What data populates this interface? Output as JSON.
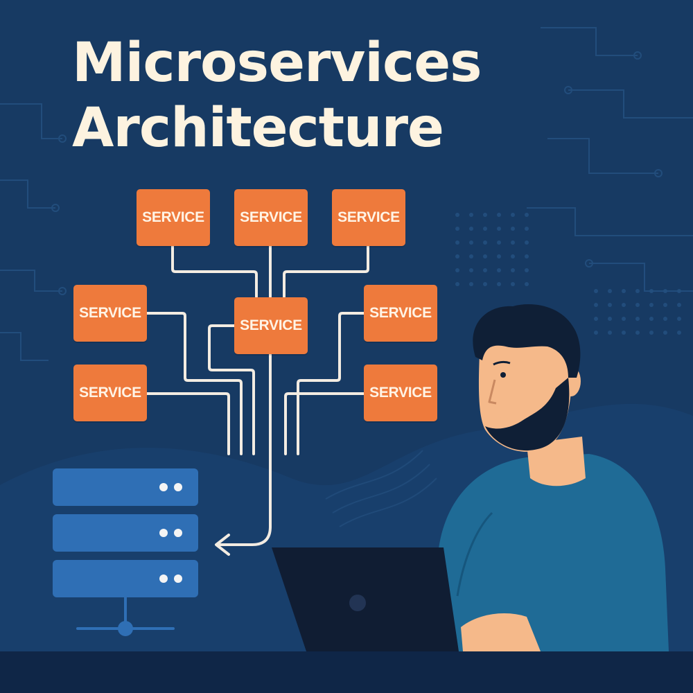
{
  "title": {
    "line1": "Microservices",
    "line2": "Architecture"
  },
  "services": [
    {
      "label": "SERVICE"
    },
    {
      "label": "SERVICE"
    },
    {
      "label": "SERVICE"
    },
    {
      "label": "SERVICE"
    },
    {
      "label": "SERVICE"
    },
    {
      "label": "SERVICE"
    },
    {
      "label": "SERVICE"
    },
    {
      "label": "SERVICE"
    }
  ],
  "icons": [
    "server-stack-icon",
    "arrow-icon",
    "laptop-icon",
    "developer-illustration"
  ],
  "colors": {
    "background": "#173a63",
    "title": "#fdf3e0",
    "service_box": "#ee7a3c",
    "service_text": "#fff4e6",
    "connector": "#f3ece2",
    "server": "#2f6fb5",
    "sweater": "#1f6b96",
    "skin": "#f5b98a",
    "hair": "#0f1f36",
    "laptop": "#101d33",
    "desk": "#0f2647"
  }
}
